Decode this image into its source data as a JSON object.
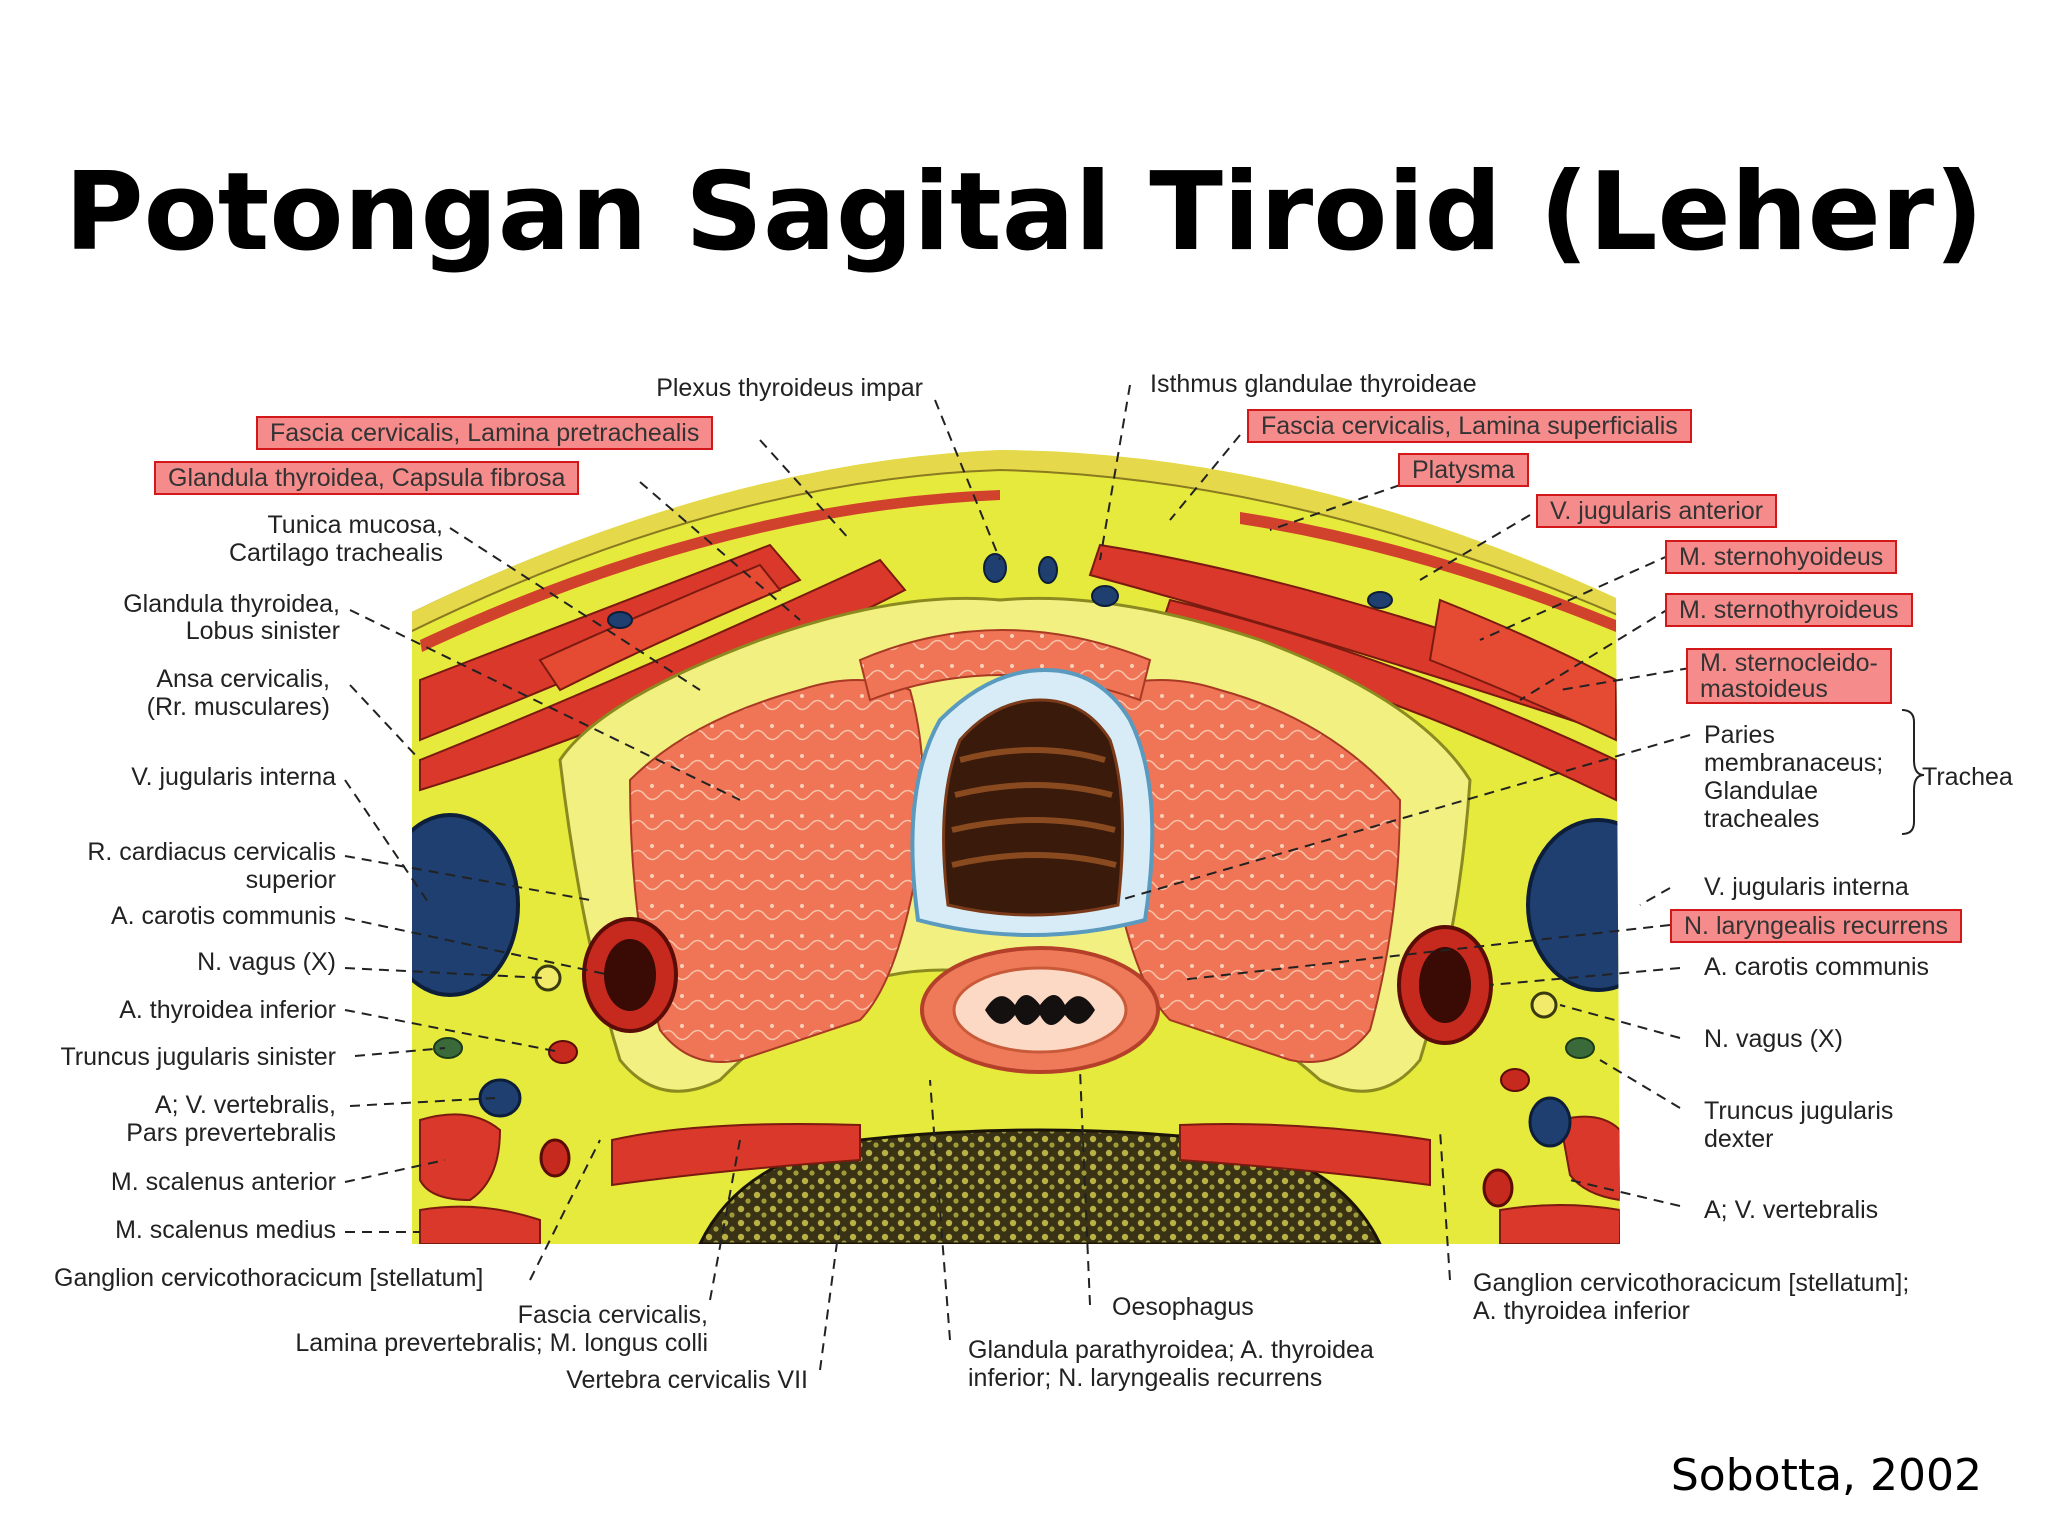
{
  "slide": {
    "title": "Potongan Sagital Tiroid (Leher)",
    "credit": "Sobotta, 2002"
  },
  "colors": {
    "highlight_fill": "#f58b8b",
    "highlight_border": "#d21818",
    "connective_tissue": "#e6ea3c",
    "muscle": "#d9382a",
    "thyroid": "#ef7556",
    "vein": "#1e3f70",
    "bone": "#231d0c"
  },
  "labels": {
    "top_center_left": "Plexus thyroideus impar",
    "top_center_right": "Isthmus glandulae thyroideae",
    "left_hl_1": "Fascia cervicalis, Lamina pretrachealis",
    "left_hl_2": "Glandula thyroidea, Capsula fibrosa",
    "left_1a": "Tunica mucosa,",
    "left_1b": "Cartilago trachealis",
    "left_2a": "Glandula thyroidea,",
    "left_2b": "Lobus sinister",
    "left_3a": "Ansa cervicalis,",
    "left_3b": "(Rr. musculares)",
    "left_4": "V. jugularis interna",
    "left_5a": "R. cardiacus cervicalis",
    "left_5b": "superior",
    "left_6": "A. carotis communis",
    "left_7": "N. vagus (X)",
    "left_8": "A. thyroidea inferior",
    "left_9": "Truncus jugularis sinister",
    "left_10a": "A; V. vertebralis,",
    "left_10b": "Pars prevertebralis",
    "left_11": "M. scalenus anterior",
    "left_12": "M. scalenus medius",
    "bottom_1": "Ganglion cervicothoracicum [stellatum]",
    "bottom_2a": "Fascia cervicalis,",
    "bottom_2b": "Lamina prevertebralis; M. longus colli",
    "bottom_3": "Vertebra cervicalis VII",
    "bottom_4": "Oesophagus",
    "bottom_5a": "Glandula parathyroidea; A. thyroidea",
    "bottom_5b": "inferior; N. laryngealis recurrens",
    "bottom_6a": "Ganglion cervicothoracicum [stellatum];",
    "bottom_6b": "A. thyroidea inferior",
    "right_hl_1": "Fascia cervicalis, Lamina superficialis",
    "right_hl_2": "Platysma",
    "right_hl_3": "V. jugularis anterior",
    "right_hl_4": "M. sternohyoideus",
    "right_hl_5": "M. sternothyroideus",
    "right_hl_6a": "M. sternocleido-",
    "right_hl_6b": "mastoideus",
    "right_1a": "Paries",
    "right_1b": "membranaceus;",
    "right_1c": "Glandulae",
    "right_1d": "tracheales",
    "right_1_group": "Trachea",
    "right_2": "V. jugularis interna",
    "right_hl_7": "N. laryngealis recurrens",
    "right_3": "A. carotis communis",
    "right_4": "N. vagus (X)",
    "right_5a": "Truncus jugularis",
    "right_5b": "dexter",
    "right_6": "A; V. vertebralis"
  }
}
